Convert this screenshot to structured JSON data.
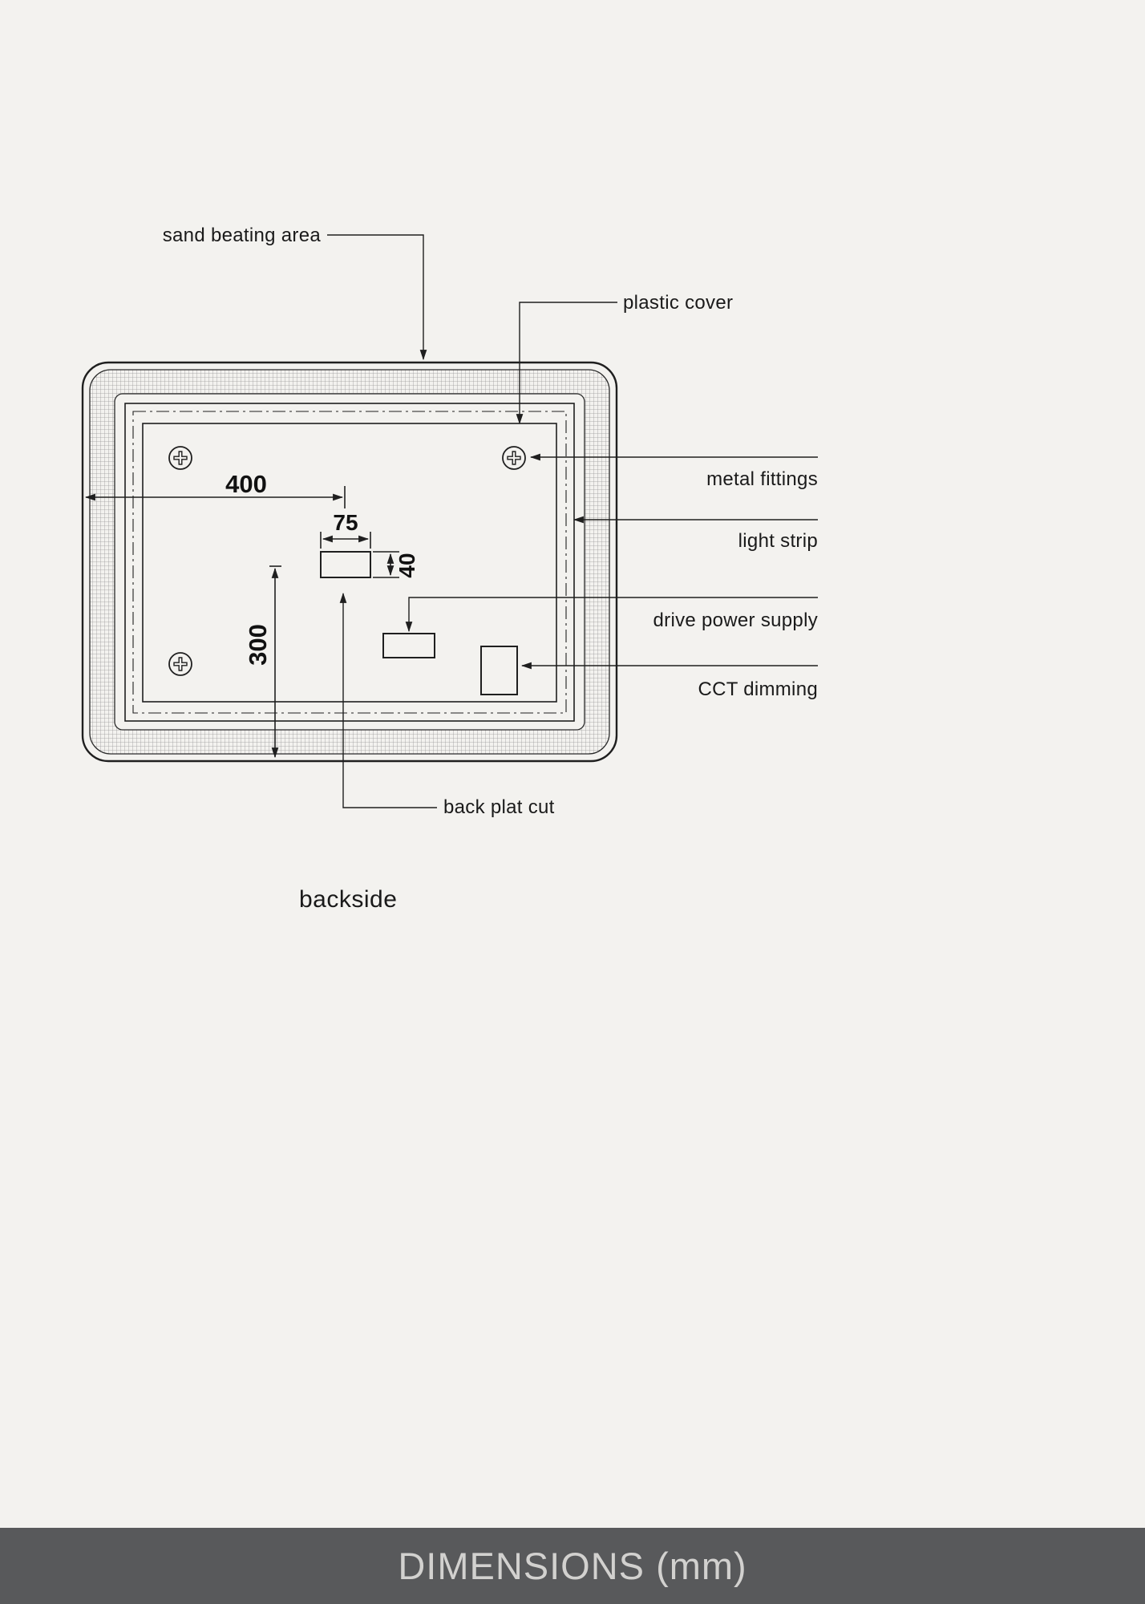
{
  "colors": {
    "background": "#f3f2ef",
    "line": "#1f1f1f",
    "hatch": "#9a9a9a",
    "footer_bg": "#58595b",
    "footer_text": "#d2d1cf"
  },
  "diagram": {
    "labels": {
      "sand_beating_area": "sand beating area",
      "plastic_cover": "plastic cover",
      "metal_fittings": "metal fittings",
      "light_strip": "light strip",
      "drive_power_supply": "drive power supply",
      "cct_dimming": "CCT dimming",
      "back_plat_cut": "back plat cut"
    },
    "dimensions": {
      "width_mm": "400",
      "height_mm": "300",
      "cut_width_mm": "75",
      "cut_height_mm": "40"
    },
    "caption": "backside"
  },
  "footer": {
    "title": "DIMENSIONS (mm)"
  }
}
